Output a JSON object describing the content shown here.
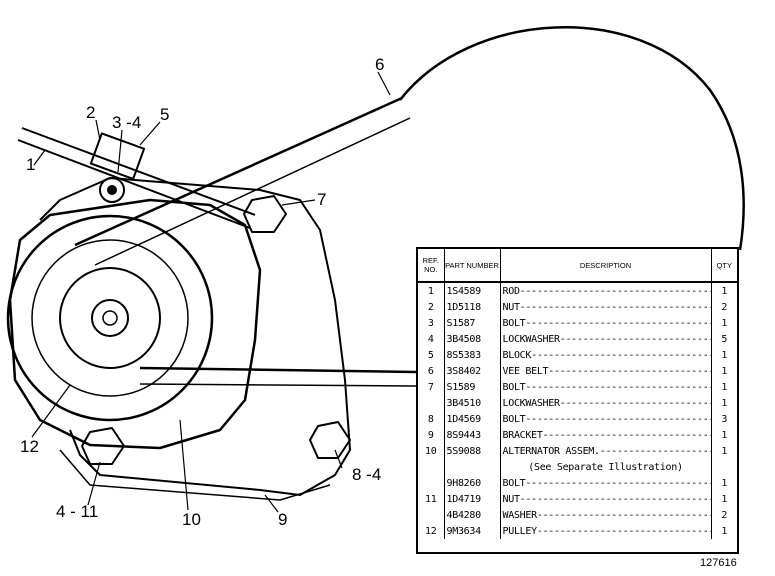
{
  "callouts": {
    "c1": "1",
    "c2": "2",
    "c3_4": "3 -4",
    "c5": "5",
    "c6": "6",
    "c7": "7",
    "c8_4": "8 -4",
    "c9": "9",
    "c10": "10",
    "c4_11": "4 - 11",
    "c12": "12"
  },
  "table": {
    "headers": {
      "ref": "REF. NO.",
      "part": "PART NUMBER",
      "desc": "DESCRIPTION",
      "qty": "QTY"
    },
    "rows": [
      {
        "ref": "1",
        "part": "1S4589",
        "desc": "ROD",
        "qty": "1"
      },
      {
        "ref": "2",
        "part": "1D5118",
        "desc": "NUT",
        "qty": "2"
      },
      {
        "ref": "3",
        "part": "S1587",
        "desc": "BOLT",
        "qty": "1"
      },
      {
        "ref": "4",
        "part": "3B4508",
        "desc": "LOCKWASHER",
        "qty": "5"
      },
      {
        "ref": "5",
        "part": "8S5383",
        "desc": "BLOCK",
        "qty": "1"
      },
      {
        "ref": "6",
        "part": "3S8402",
        "desc": "VEE BELT",
        "qty": "1"
      },
      {
        "ref": "7",
        "part": "S1589",
        "desc": "BOLT",
        "qty": "1"
      },
      {
        "ref": "",
        "part": "3B4510",
        "desc": "LOCKWASHER",
        "qty": "1"
      },
      {
        "ref": "8",
        "part": "1D4569",
        "desc": "BOLT",
        "qty": "3"
      },
      {
        "ref": "9",
        "part": "8S9443",
        "desc": "BRACKET",
        "qty": "1"
      },
      {
        "ref": "10",
        "part": "5S9088",
        "desc": "ALTERNATOR ASSEM.",
        "qty": "1"
      },
      {
        "ref": "",
        "part": "",
        "desc": "(See Separate Illustration)",
        "qty": ""
      },
      {
        "ref": "",
        "part": "9H8260",
        "desc": "BOLT",
        "qty": "1"
      },
      {
        "ref": "11",
        "part": "1D4719",
        "desc": "NUT",
        "qty": "1"
      },
      {
        "ref": "",
        "part": "4B4280",
        "desc": "WASHER",
        "qty": "2"
      },
      {
        "ref": "12",
        "part": "9M3634",
        "desc": "PULLEY",
        "qty": "1"
      }
    ]
  },
  "drawing_number": "127616"
}
